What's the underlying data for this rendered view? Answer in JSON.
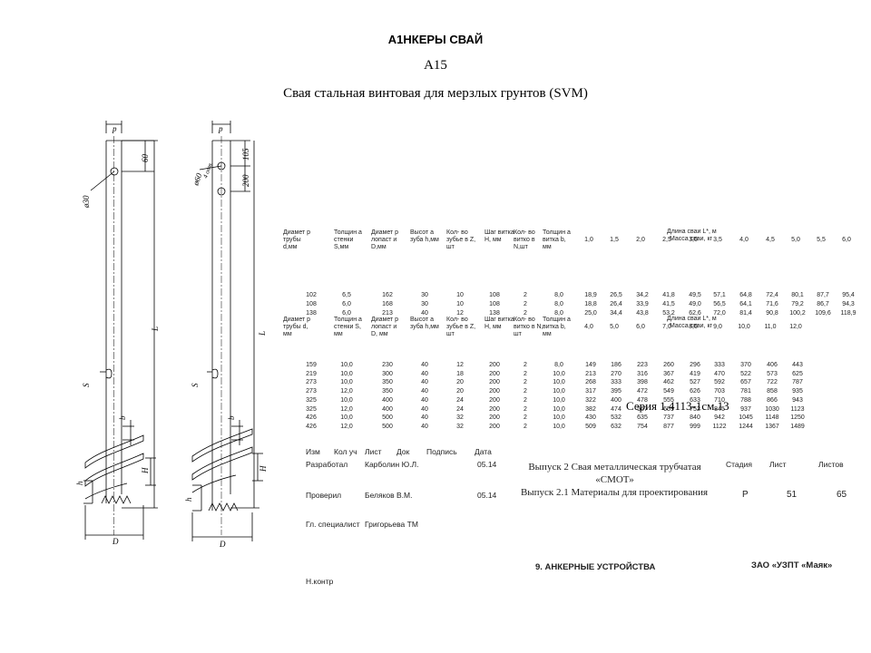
{
  "header": {
    "title": "А1НКЕРЫ СВАЙ",
    "code": "А15",
    "subtitle": "Свая стальная винтовая для мерзлых грунтов (SVM)"
  },
  "drawing": {
    "left": {
      "p": "p",
      "d30": "ø30",
      "v60": "60",
      "L": "L",
      "S": "S",
      "b": "b",
      "H": "H",
      "h": "h",
      "D": "D"
    },
    "right": {
      "p": "p",
      "d60": "ø60",
      "holes": "4 отв.",
      "v105": "105",
      "v200": "200",
      "L": "L",
      "S": "S",
      "b": "b",
      "H": "H",
      "h": "h",
      "D": "D"
    }
  },
  "table1": {
    "headers": [
      "Диамет р трубы d,мм",
      "Толщин а стенки S,мм",
      "Диамет р лопаст и D,мм",
      "Высот а зуба h,мм",
      "Кол- во зубье в Z, шт",
      "Шаг витка H, мм",
      "Кол- во витко в N,шт",
      "Толщин а витка b, мм"
    ],
    "length_header": "Длина сваи L*, м",
    "mass_header": "Масса сваи, кг",
    "lengths": [
      "1,0",
      "1,5",
      "2,0",
      "2,5",
      "3,0",
      "3,5",
      "4,0",
      "4,5",
      "5,0",
      "5,5",
      "6,0"
    ],
    "rows": [
      [
        "102",
        "6,5",
        "162",
        "30",
        "10",
        "108",
        "2",
        "8,0",
        "18,9",
        "26,5",
        "34,2",
        "41,8",
        "49,5",
        "57,1",
        "64,8",
        "72,4",
        "80,1",
        "87,7",
        "95,4"
      ],
      [
        "108",
        "6,0",
        "168",
        "30",
        "10",
        "108",
        "2",
        "8,0",
        "18,8",
        "26,4",
        "33,9",
        "41,5",
        "49,0",
        "56,5",
        "64,1",
        "71,6",
        "79,2",
        "86,7",
        "94,3"
      ],
      [
        "138",
        "6,0",
        "213",
        "40",
        "12",
        "138",
        "2",
        "8,0",
        "25,0",
        "34,4",
        "43,8",
        "53,2",
        "62,6",
        "72,0",
        "81,4",
        "90,8",
        "100,2",
        "109,6",
        "118,9"
      ]
    ]
  },
  "table2": {
    "headers": [
      "Диамет р трубы d, мм",
      "Толщин а стенки S, мм",
      "Диамет р лопаст и D, мм",
      "Высот а зуба h,мм",
      "Кол- во зубье в Z, шт",
      "Шаг витка H, мм",
      "Кол- во витко в N, шт",
      "Толщин а витка b, мм"
    ],
    "length_header": "Длина сваи L*, м",
    "mass_header": "Масса сваи, кг",
    "lengths": [
      "4,0",
      "5,0",
      "6,0",
      "7,0",
      "8,0",
      "9,0",
      "10,0",
      "11,0",
      "12,0"
    ],
    "rows": [
      [
        "159",
        "10,0",
        "230",
        "40",
        "12",
        "200",
        "2",
        "8,0",
        "149",
        "186",
        "223",
        "260",
        "296",
        "333",
        "370",
        "406",
        "443"
      ],
      [
        "219",
        "10,0",
        "300",
        "40",
        "18",
        "200",
        "2",
        "10,0",
        "213",
        "270",
        "316",
        "367",
        "419",
        "470",
        "522",
        "573",
        "625"
      ],
      [
        "273",
        "10,0",
        "350",
        "40",
        "20",
        "200",
        "2",
        "10,0",
        "268",
        "333",
        "398",
        "462",
        "527",
        "592",
        "657",
        "722",
        "787"
      ],
      [
        "273",
        "12,0",
        "350",
        "40",
        "20",
        "200",
        "2",
        "10,0",
        "317",
        "395",
        "472",
        "549",
        "626",
        "703",
        "781",
        "858",
        "935"
      ],
      [
        "325",
        "10,0",
        "400",
        "40",
        "24",
        "200",
        "2",
        "10,0",
        "322",
        "400",
        "478",
        "555",
        "633",
        "710",
        "788",
        "866",
        "943"
      ],
      [
        "325",
        "12,0",
        "400",
        "40",
        "24",
        "200",
        "2",
        "10,0",
        "382",
        "474",
        "567",
        "659",
        "752",
        "845",
        "937",
        "1030",
        "1123"
      ],
      [
        "426",
        "10,0",
        "500",
        "40",
        "32",
        "200",
        "2",
        "10,0",
        "430",
        "532",
        "635",
        "737",
        "840",
        "942",
        "1045",
        "1148",
        "1250"
      ],
      [
        "426",
        "12,0",
        "500",
        "40",
        "32",
        "200",
        "2",
        "10,0",
        "509",
        "632",
        "754",
        "877",
        "999",
        "1122",
        "1244",
        "1367",
        "1489"
      ]
    ]
  },
  "series": "Серия 1.4113-1см.13",
  "stamp": {
    "cols": [
      "Изм",
      "Кол уч",
      "Лист",
      "Док",
      "Подпись",
      "Дата"
    ],
    "developed": "Разработал",
    "developed_name": "Карболин Ю.Л.",
    "developed_date": "05.14",
    "checked": "Проверил",
    "checked_name": "Беляков В.М.",
    "checked_date": "05.14",
    "chief": "Гл. специалист",
    "chief_name": "Григорьева ТМ",
    "norm": "Н.контр",
    "issue1": "Выпуск 2 Свая металлическая трубчатая «СМОТ»",
    "issue2": "Выпуск 2.1 Материалы для проектирования",
    "stage_h": "Стадия",
    "sheet_h": "Лист",
    "sheets_h": "Листов",
    "stage": "Р",
    "sheet": "51",
    "sheets": "65",
    "section": "9. АНКЕРНЫЕ УСТРОЙСТВА",
    "company": "ЗАО «УЗПТ «Маяк»"
  }
}
